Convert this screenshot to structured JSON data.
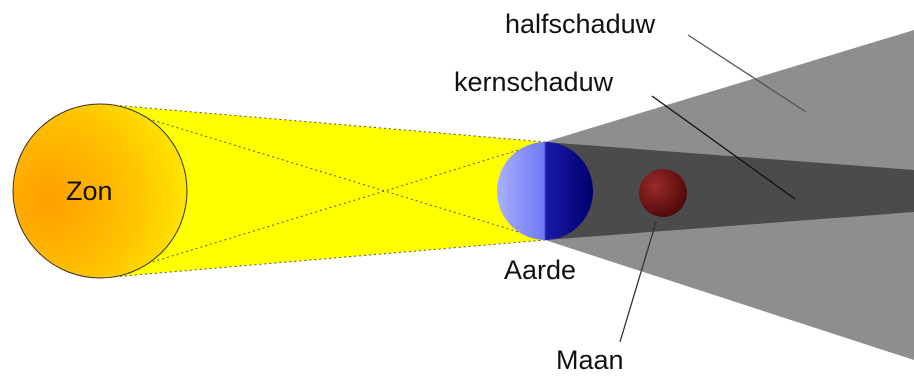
{
  "labels": {
    "sun": "Zon",
    "earth": "Aarde",
    "moon": "Maan",
    "umbra": "kernschaduw",
    "penumbra": "halfschaduw"
  },
  "colors": {
    "sun_light": "#ffff00",
    "sun_fill_center": "#ffad00",
    "sun_fill_edge": "#fff200",
    "earth_day": "#7b86ff",
    "earth_night": "#0a0a8c",
    "penumbra_shadow": "#8e8e8e",
    "umbra_shadow": "#4a4a4a",
    "moon_fill": "#6e1010"
  }
}
